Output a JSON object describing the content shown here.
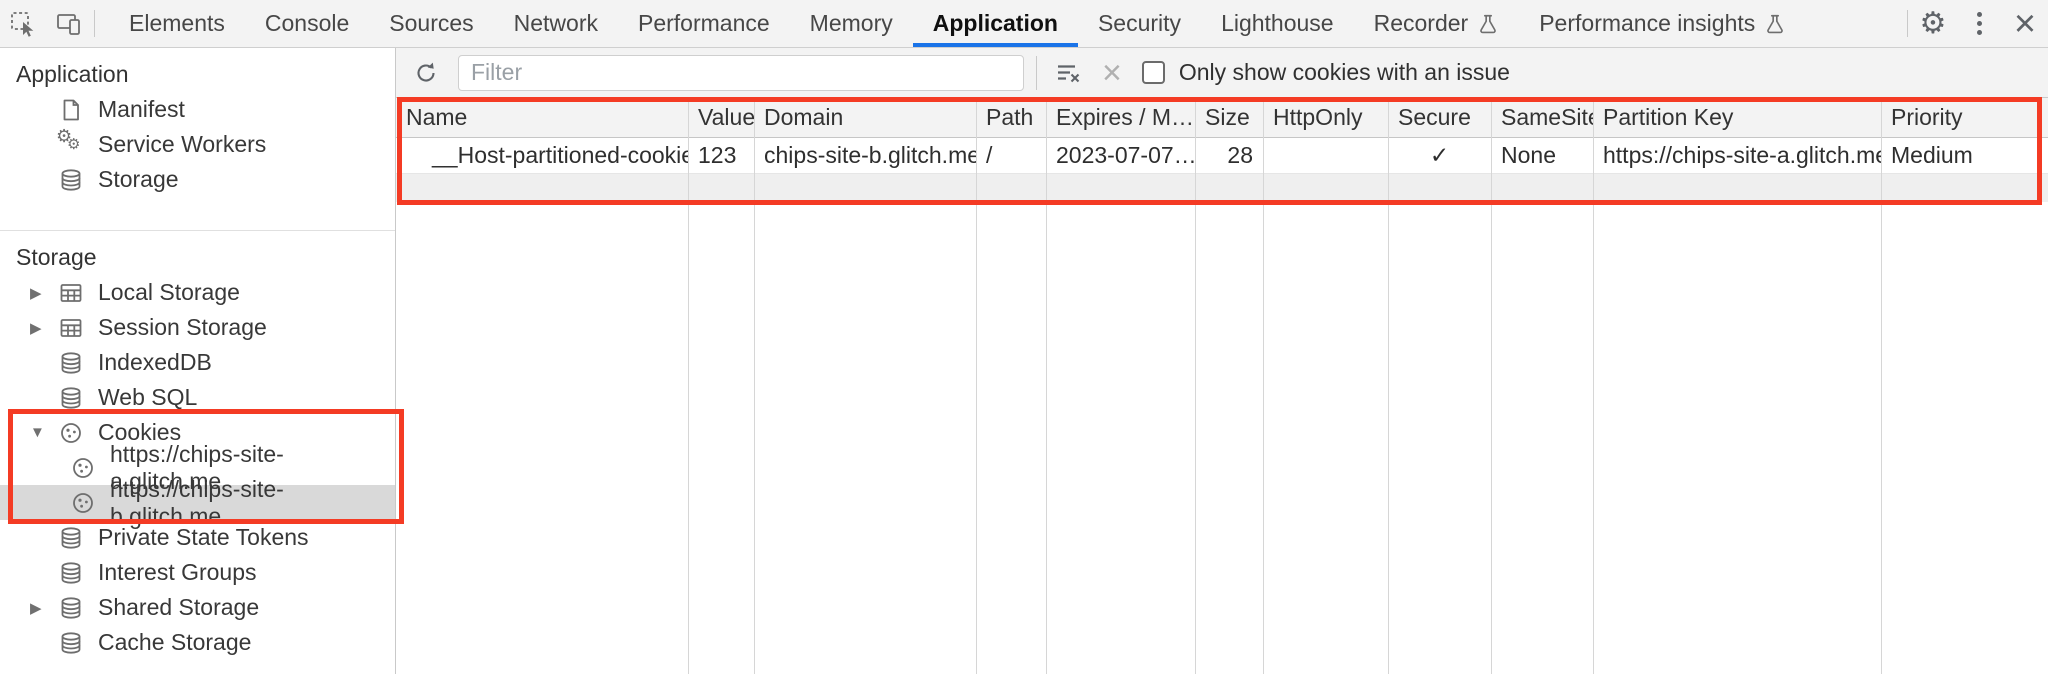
{
  "tabbar": {
    "tabs": [
      {
        "label": "Elements",
        "selected": false
      },
      {
        "label": "Console",
        "selected": false
      },
      {
        "label": "Sources",
        "selected": false
      },
      {
        "label": "Network",
        "selected": false
      },
      {
        "label": "Performance",
        "selected": false
      },
      {
        "label": "Memory",
        "selected": false
      },
      {
        "label": "Application",
        "selected": true
      },
      {
        "label": "Security",
        "selected": false
      },
      {
        "label": "Lighthouse",
        "selected": false
      },
      {
        "label": "Recorder",
        "selected": false,
        "experimental": true
      },
      {
        "label": "Performance insights",
        "selected": false,
        "experimental": true
      }
    ],
    "selected_tab": "Application"
  },
  "sidebar": {
    "app_section": {
      "header": "Application",
      "items": [
        {
          "label": "Manifest",
          "icon": "document-icon"
        },
        {
          "label": "Service Workers",
          "icon": "gears-icon"
        },
        {
          "label": "Storage",
          "icon": "database-icon"
        }
      ]
    },
    "storage_section": {
      "header": "Storage",
      "items": [
        {
          "label": "Local Storage",
          "icon": "table-icon",
          "arrow": "collapsed"
        },
        {
          "label": "Session Storage",
          "icon": "table-icon",
          "arrow": "collapsed"
        },
        {
          "label": "IndexedDB",
          "icon": "database-icon"
        },
        {
          "label": "Web SQL",
          "icon": "database-icon"
        },
        {
          "label": "Cookies",
          "icon": "cookie-icon",
          "arrow": "expanded"
        },
        {
          "label": "https://chips-site-a.glitch.me",
          "icon": "cookie-icon",
          "level": 2
        },
        {
          "label": "https://chips-site-b.glitch.me",
          "icon": "cookie-icon",
          "level": 2,
          "selected": true
        },
        {
          "label": "Private State Tokens",
          "icon": "database-icon"
        },
        {
          "label": "Interest Groups",
          "icon": "database-icon"
        },
        {
          "label": "Shared Storage",
          "icon": "database-icon",
          "arrow": "collapsed"
        },
        {
          "label": "Cache Storage",
          "icon": "database-icon"
        }
      ],
      "selected_item": "https://chips-site-b.glitch.me"
    }
  },
  "main": {
    "filter_placeholder": "Filter",
    "filter_value": "",
    "issue_checkbox_label": "Only show cookies with an issue",
    "issue_checkbox_checked": false,
    "table": {
      "columns": [
        "Name",
        "Value",
        "Domain",
        "Path",
        "Expires / M…",
        "Size",
        "HttpOnly",
        "Secure",
        "SameSite",
        "Partition Key",
        "Priority"
      ],
      "row": [
        "__Host-partitioned-cookie",
        "123",
        "chips-site-b.glitch.me",
        "/",
        "2023-07-07…",
        "28",
        "",
        "✓",
        "None",
        "https://chips-site-a.glitch.me",
        "Medium"
      ]
    }
  },
  "glyphs": {
    "gear": "⚙",
    "close": "×",
    "clear_search": "×",
    "collapsed_arrow": "▶",
    "expanded_arrow": "▼"
  },
  "icons": [
    "inspect-icon",
    "device-toolbar-icon",
    "experiment-flask-icon",
    "settings-gear-icon",
    "more-menu-icon",
    "close-icon",
    "refresh-icon",
    "filter-clear-icon",
    "clear-search-icon",
    "document-icon",
    "gears-icon",
    "database-icon",
    "table-icon",
    "cookie-icon",
    "tree-arrow-icon",
    "checkbox"
  ],
  "colors": {
    "accent_blue": "#1a73e8",
    "annotation_red": "#f43b24",
    "toolbar_bg": "#f3f3f3",
    "selected_row_bg": "#d9d9d9"
  }
}
